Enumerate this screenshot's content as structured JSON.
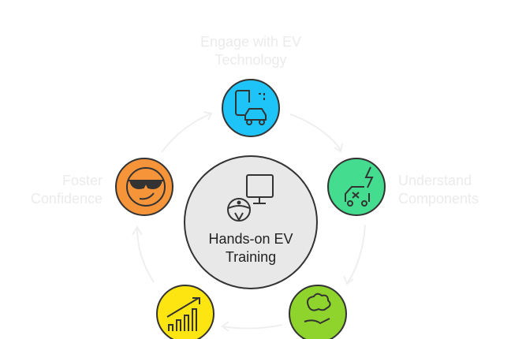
{
  "center": {
    "line1": "Hands-on EV",
    "line2": "Training",
    "color": "#e8e8e8"
  },
  "steps": [
    {
      "line1": "Engage with EV",
      "line2": "Technology",
      "color": "#1ec3f7",
      "icon": "phone-car-icon"
    },
    {
      "line1": "Understand",
      "line2": "Components",
      "color": "#44dc8f",
      "icon": "electric-car-icon"
    },
    {
      "line1": "",
      "line2": "",
      "color": "#8fd42c",
      "icon": "brain-hand-icon"
    },
    {
      "line1": "",
      "line2": "",
      "color": "#fde512",
      "icon": "growth-chart-icon"
    },
    {
      "line1": "Foster",
      "line2": "Confidence",
      "color": "#f6943a",
      "icon": "sunglasses-face-icon"
    }
  ]
}
